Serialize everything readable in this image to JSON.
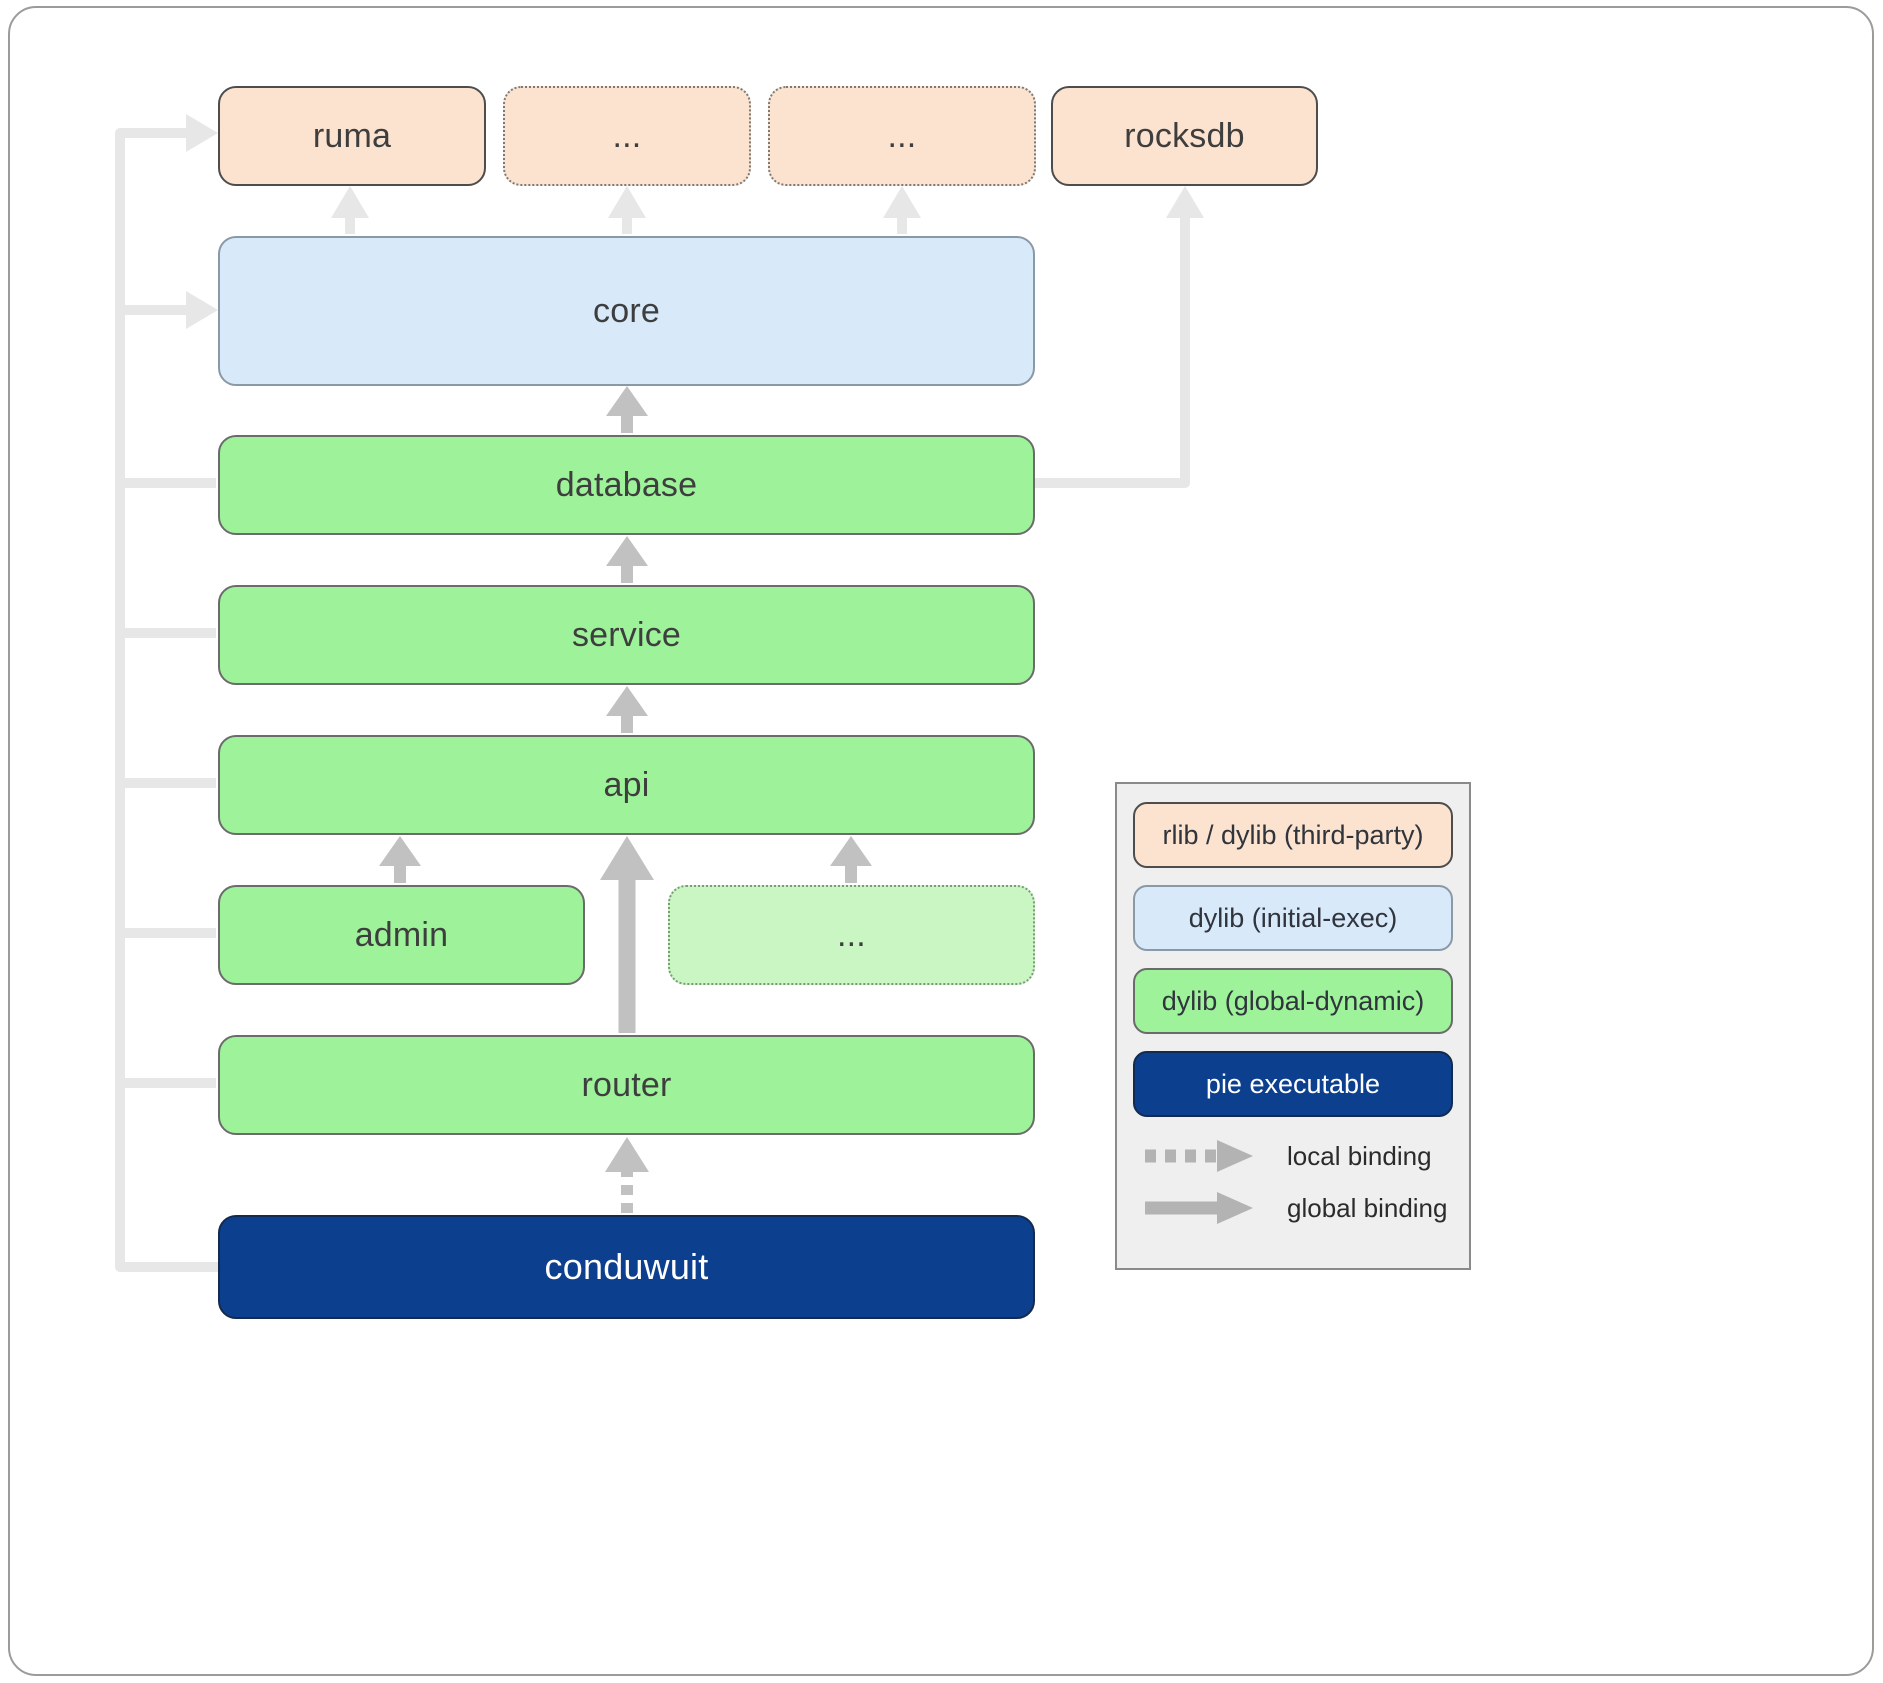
{
  "colors": {
    "third_party": "#fbe3cf",
    "initial_exec": "#d8e9fa",
    "global_dynamic": "#9df29a",
    "global_dynamic_light": "#c9f6c2",
    "pie_executable": "#0d3f8f",
    "arrow_light": "#e7e7e7",
    "arrow_mid": "#c1c1c1",
    "legend_bg": "#efefef"
  },
  "nodes": {
    "ruma": "ruma",
    "dots_top_1": "...",
    "dots_top_2": "...",
    "rocksdb": "rocksdb",
    "core": "core",
    "database": "database",
    "service": "service",
    "api": "api",
    "admin": "admin",
    "dots_mid": "...",
    "router": "router",
    "conduwuit": "conduwuit"
  },
  "legend": {
    "swatches": [
      {
        "label": "rlib / dylib (third-party)",
        "type": "third_party"
      },
      {
        "label": "dylib (initial-exec)",
        "type": "initial_exec"
      },
      {
        "label": "dylib (global-dynamic)",
        "type": "global_dynamic"
      },
      {
        "label": "pie executable",
        "type": "pie_executable"
      }
    ],
    "bindings": [
      {
        "label": "local binding",
        "style": "dashed"
      },
      {
        "label": "global binding",
        "style": "solid"
      }
    ]
  }
}
